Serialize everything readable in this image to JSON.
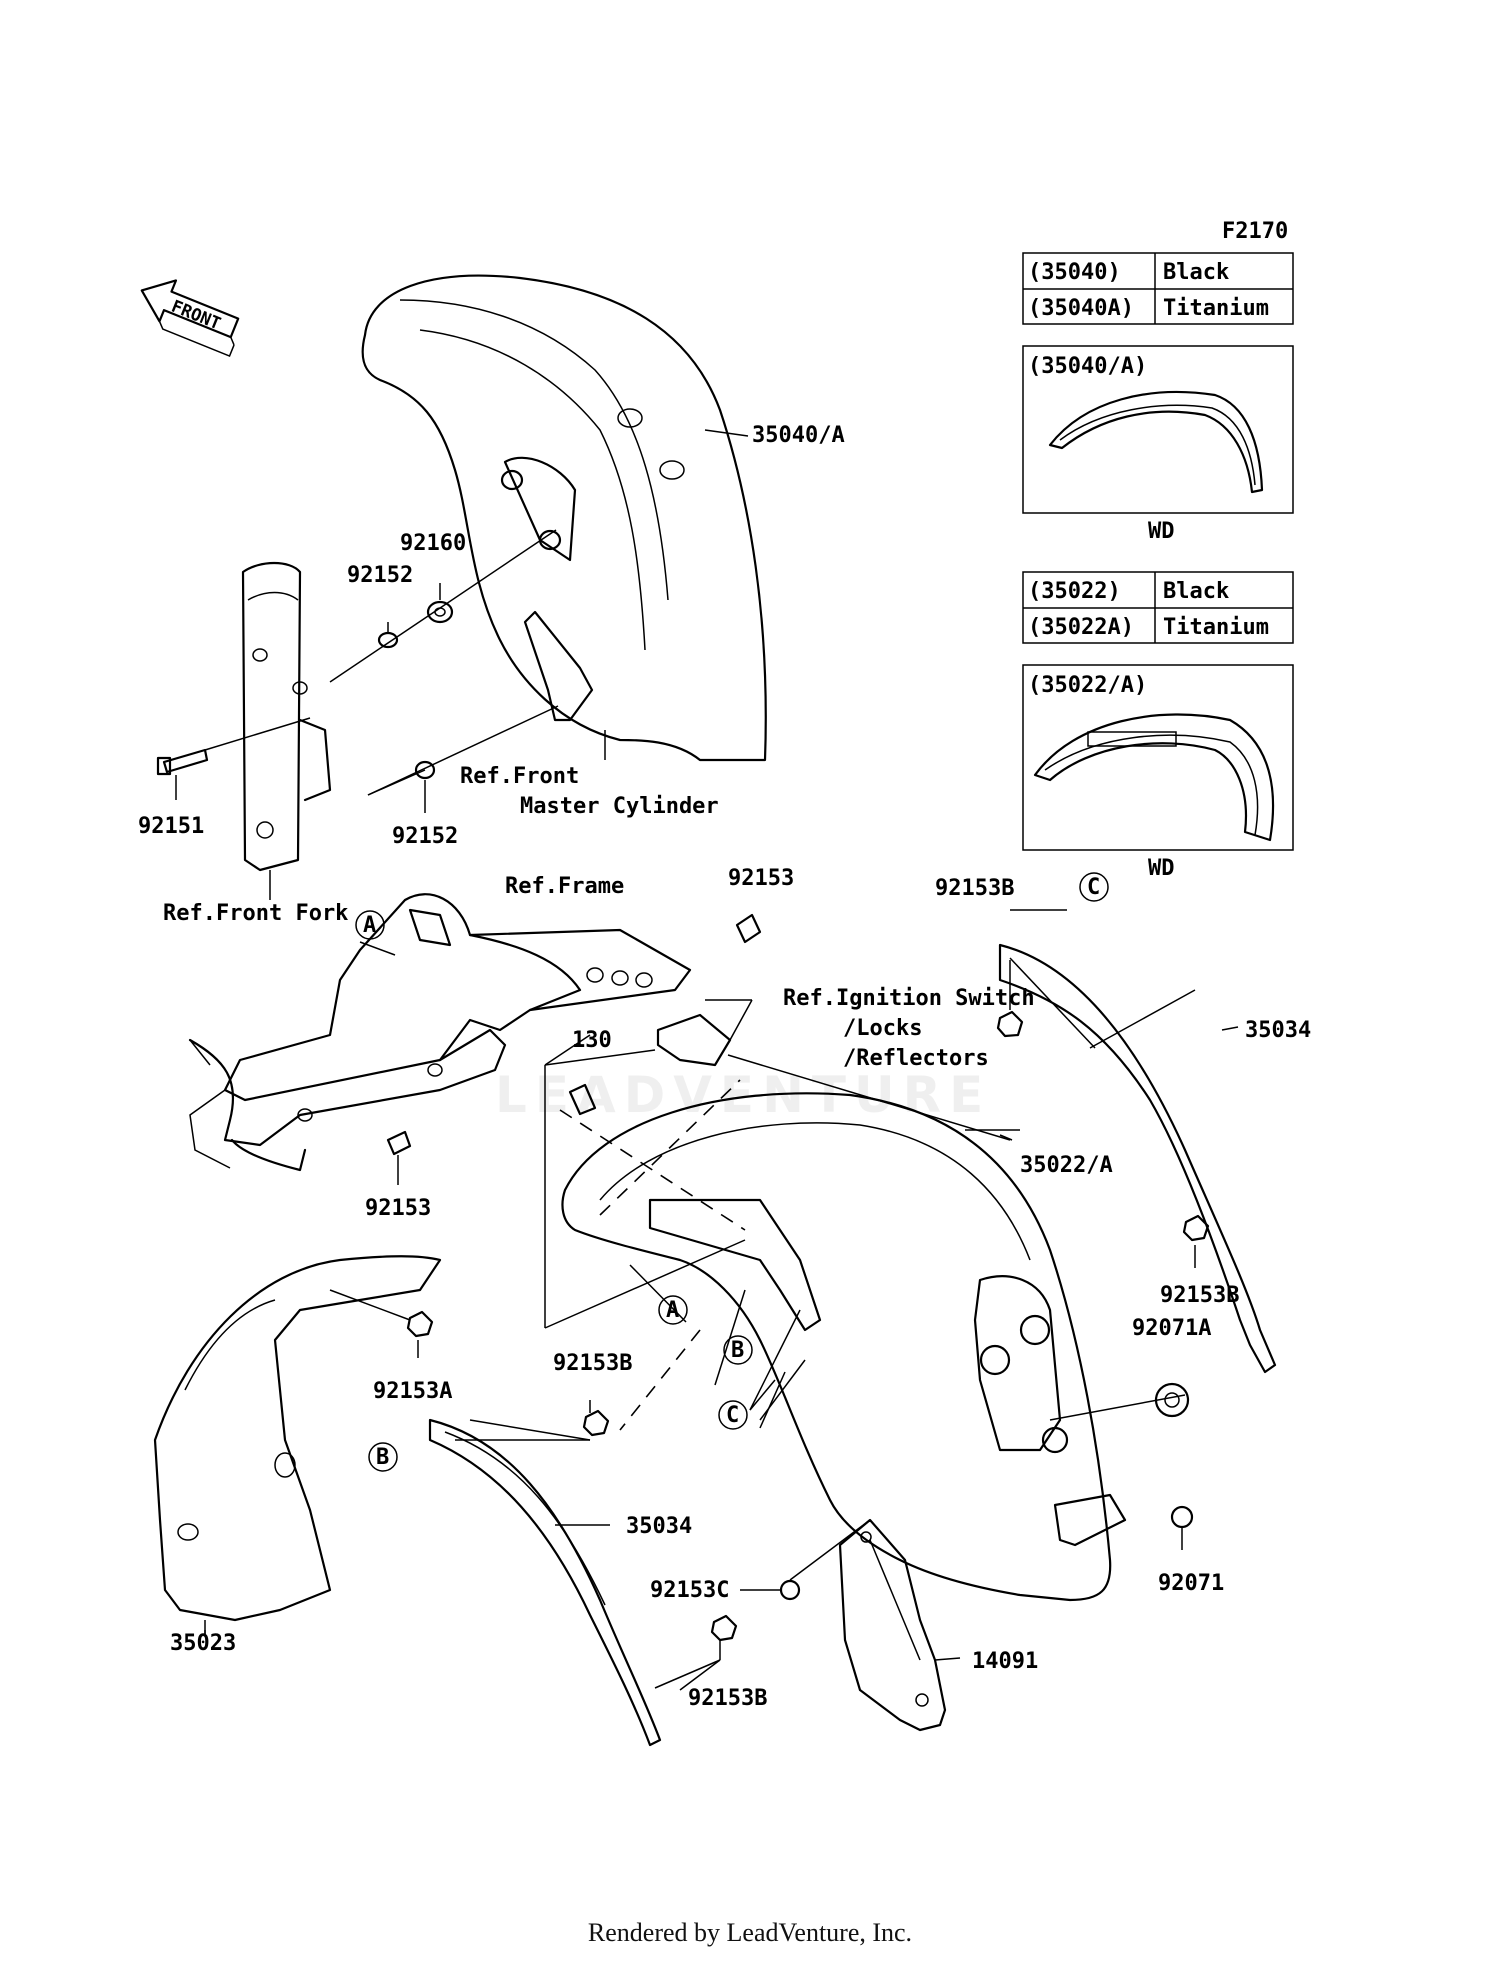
{
  "figure_code": "F2170",
  "front_arrow": "FRONT",
  "watermark": "LEADVENTURE",
  "footer": "Rendered by LeadVenture, Inc.",
  "tables": [
    {
      "rows": [
        {
          "code": "(35040)",
          "color": "Black"
        },
        {
          "code": "(35040A)",
          "color": "Titanium"
        }
      ],
      "inset_title": "(35040/A)",
      "inset_caption": "WD"
    },
    {
      "rows": [
        {
          "code": "(35022)",
          "color": "Black"
        },
        {
          "code": "(35022A)",
          "color": "Titanium"
        }
      ],
      "inset_title": "(35022/A)",
      "inset_caption": "WD"
    }
  ],
  "parts": {
    "p35040A": "35040/A",
    "p92160": "92160",
    "p92152_top": "92152",
    "p92152_bottom": "92152",
    "p92151": "92151",
    "ref_front_master_1": "Ref.Front",
    "ref_front_master_2": "Master Cylinder",
    "ref_front_fork": "Ref.Front Fork",
    "ref_frame": "Ref.Frame",
    "p92153_top": "92153",
    "ref_ignition_1": "Ref.Ignition Switch",
    "ref_ignition_2": "/Locks",
    "ref_ignition_3": "/Reflectors",
    "p130": "130",
    "p92153_left": "92153",
    "p35022A": "35022/A",
    "p92153B_top_right": "92153B",
    "p35034_right": "35034",
    "p92153B_right": "92153B",
    "p92071A": "92071A",
    "p92071": "92071",
    "p92153A": "92153A",
    "p92153B_mid": "92153B",
    "p35034_left": "35034",
    "p35023": "35023",
    "p92153C": "92153C",
    "p92153B_bottom": "92153B",
    "p14091": "14091"
  },
  "callouts": {
    "A1": "A",
    "A2": "A",
    "B1": "B",
    "B2": "B",
    "C1": "C",
    "C2": "C"
  }
}
